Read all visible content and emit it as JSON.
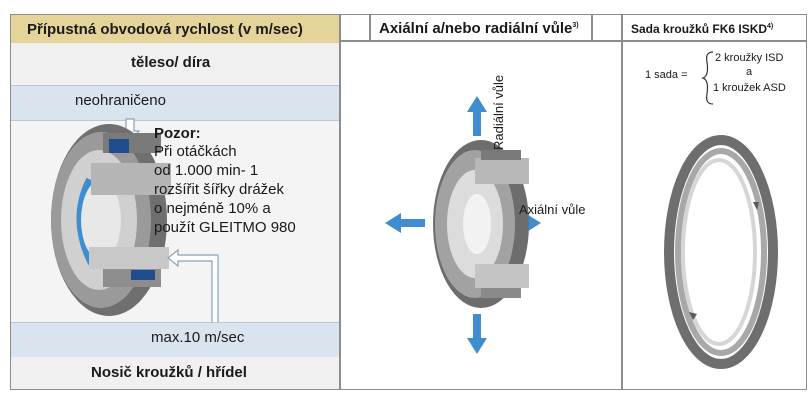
{
  "left_panel": {
    "title": "Přípustná obvodová rychlost (v m/sec)",
    "top_label": "těleso/ díra",
    "unlimited_label": "neohraničeno",
    "warning_title": "Pozor:",
    "warning_lines": [
      "Při otáčkách",
      "od 1.000 min- 1",
      "rozšířit šířky drážek",
      "o nejméně 10% a",
      "použít GLEITMO 980"
    ],
    "max_speed_label": "max.10 m/sec",
    "bottom_label": "Nosič kroužků / hřídel"
  },
  "middle_panel": {
    "title": "Axiální a/nebo radiální vůle",
    "title_superscript": "3)",
    "radial_label": "Radiální vůle",
    "axial_label": "Axiální vůle"
  },
  "right_panel": {
    "title": "Sada kroužků FK6 ISKD",
    "title_superscript": "4)",
    "set_label": "1 sada =",
    "brace_line1": "2 kroužky ISD",
    "brace_line2": "a",
    "brace_line3": "1 kroužek ASD"
  },
  "colors": {
    "header_background": "#e4d49a",
    "band_background": "#d9e4ee",
    "arrow_blue": "#3e8ecf",
    "ring_gray": "#7c7c7c",
    "accent_blue": "#1f4c8f"
  }
}
